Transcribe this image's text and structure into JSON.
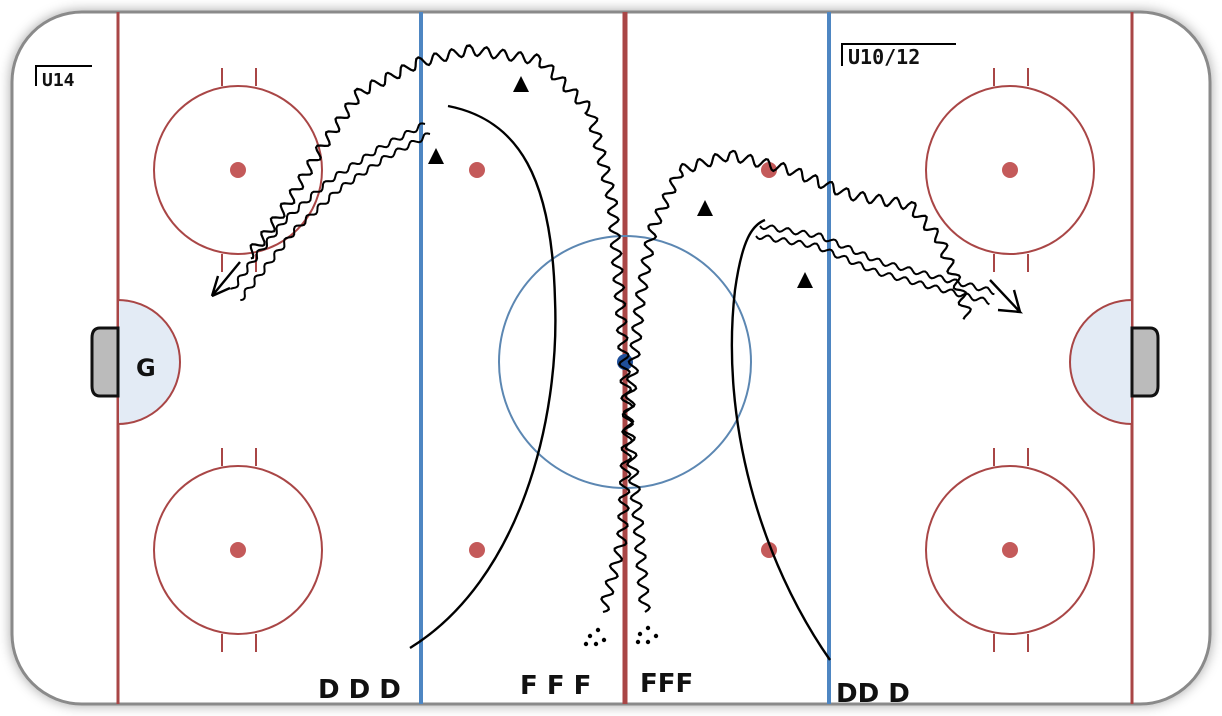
{
  "rink": {
    "colors": {
      "red_line": "#a94646",
      "blue_line": "#4e86c2",
      "faceoff_dot": "#c45a5a",
      "center_circle": "#5c87b2",
      "center_dot": "#1f4f9a",
      "crease_fill": "#e3ebf5",
      "net_fill": "#bbbbbb",
      "path_stroke": "#000000"
    },
    "age_labels": {
      "left": "U14",
      "right": "U10/12"
    },
    "goalie": "G",
    "players": {
      "defense_left": "D D D",
      "forwards_left": "F F F",
      "forwards_right": "FFF",
      "defense_right": "DD D"
    },
    "symbols": {
      "cone": "triangle-cone-icon",
      "puck_pile": "puck-pile-icon",
      "skating_path": "wavy-line",
      "backward_skating": "double-wavy-arrow",
      "pass": "solid-line"
    }
  }
}
